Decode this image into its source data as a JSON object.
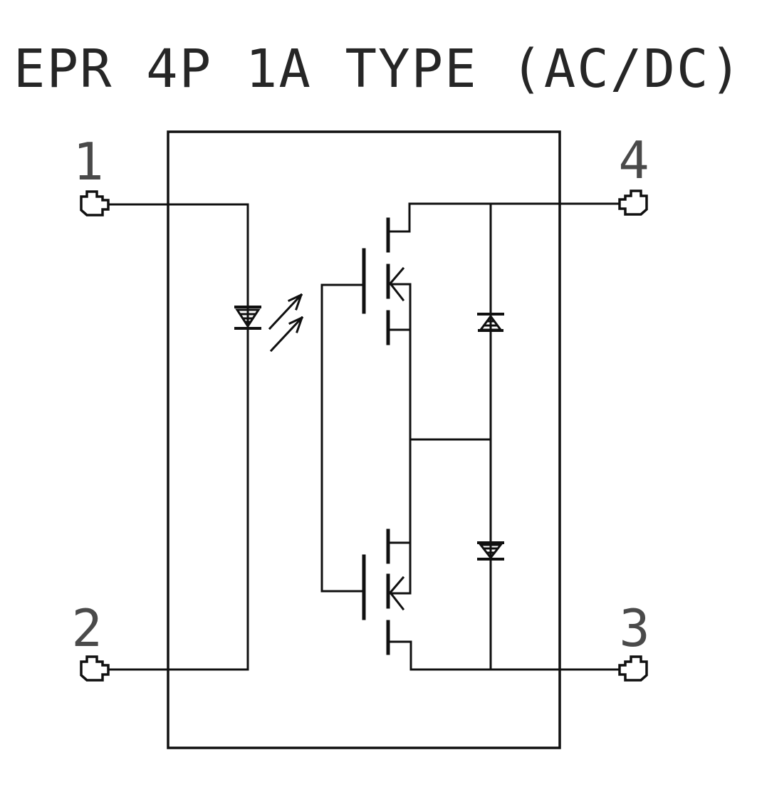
{
  "title": "EPR 4P 1A TYPE (AC/DC)",
  "pins": {
    "pin1": {
      "label": "1",
      "position": "top-left"
    },
    "pin2": {
      "label": "2",
      "position": "bottom-left"
    },
    "pin3": {
      "label": "3",
      "position": "bottom-right"
    },
    "pin4": {
      "label": "4",
      "position": "top-right"
    }
  },
  "symbols": [
    "device-outline-box",
    "led-diode",
    "light-emission-arrows",
    "mosfet-upper",
    "mosfet-lower",
    "zener-diode-upper",
    "zener-diode-lower",
    "pin-terminal-plug"
  ],
  "colors": {
    "line": "#101010",
    "pin_label": "#4a4a4a",
    "title": "#262626",
    "background": "#ffffff"
  }
}
